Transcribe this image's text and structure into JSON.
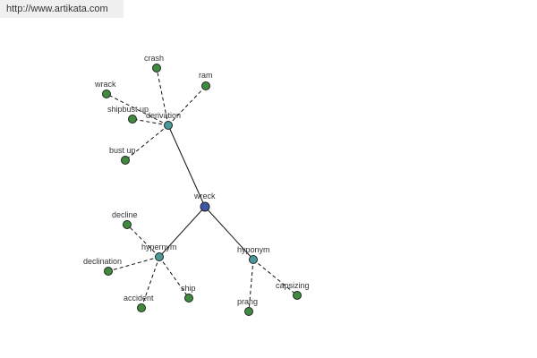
{
  "site_link": "http://www.artikata.com",
  "colors": {
    "center": "#3f55a8",
    "relation": "#4a9a9a",
    "term": "#3f8a3f"
  },
  "graph": {
    "center": {
      "label": "wreck"
    },
    "relations": [
      {
        "label": "derivation",
        "terms": [
          "crash",
          "ram",
          "wrack",
          "shipbust up",
          "bust up"
        ]
      },
      {
        "label": "hypernym",
        "terms": [
          "decline",
          "declination",
          "accident",
          "ship"
        ]
      },
      {
        "label": "hyponym",
        "terms": [
          "prang",
          "capsizing"
        ]
      }
    ]
  }
}
